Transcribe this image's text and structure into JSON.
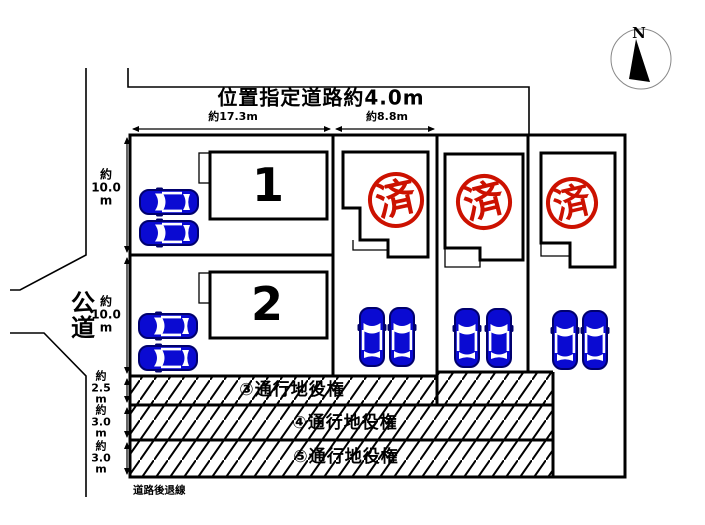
{
  "diagram": {
    "road_top_label": "位置指定道路約4.0m",
    "public_road_label": "公\n道",
    "setback_label": "道路後退線",
    "north_label": "N"
  },
  "dimensions": {
    "road_width_segments": [
      "約17.3m",
      "約8.8m"
    ],
    "left_depths": [
      "約\n10.0\nm",
      "約\n10.0\nm",
      "約\n2.5\nm",
      "約\n3.0\nm",
      "約\n3.0\nm"
    ]
  },
  "lots": [
    {
      "number": "1"
    },
    {
      "number": "2"
    }
  ],
  "sold_stamps": [
    "済",
    "済",
    "済"
  ],
  "easements": [
    "③通行地役権",
    "④通行地役権",
    "⑤通行地役権"
  ],
  "colors": {
    "car_body": "#0a0ad2",
    "car_outline": "#00006e",
    "stamp_red": "#cc1100",
    "line_black": "#000000"
  }
}
